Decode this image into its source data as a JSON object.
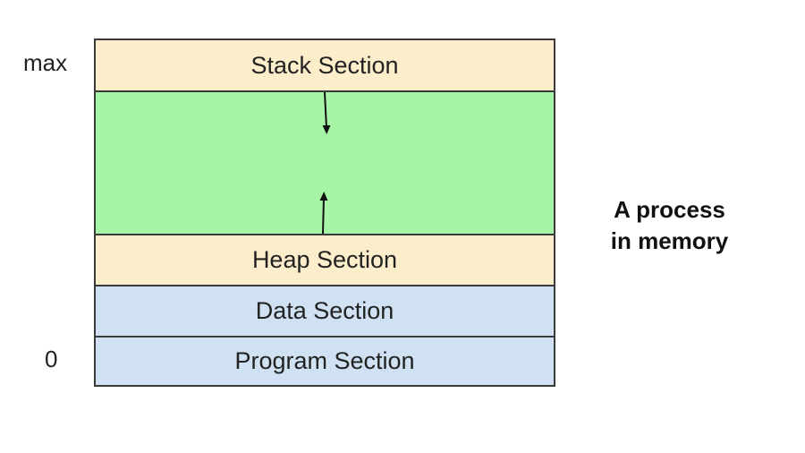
{
  "diagram": {
    "sections": {
      "stack": "Stack Section",
      "heap": "Heap Section",
      "data": "Data Section",
      "program": "Program Section"
    },
    "address_labels": {
      "top": "max",
      "bottom": "0"
    },
    "caption": {
      "line1": "A process",
      "line2": "in memory"
    },
    "colors": {
      "stack_heap": "#fcedcb",
      "free_space": "#a6f5a6",
      "data_program": "#cfe1f2",
      "border": "#3a3a3a"
    },
    "arrows": [
      "stack-grows-down",
      "heap-grows-up"
    ]
  }
}
